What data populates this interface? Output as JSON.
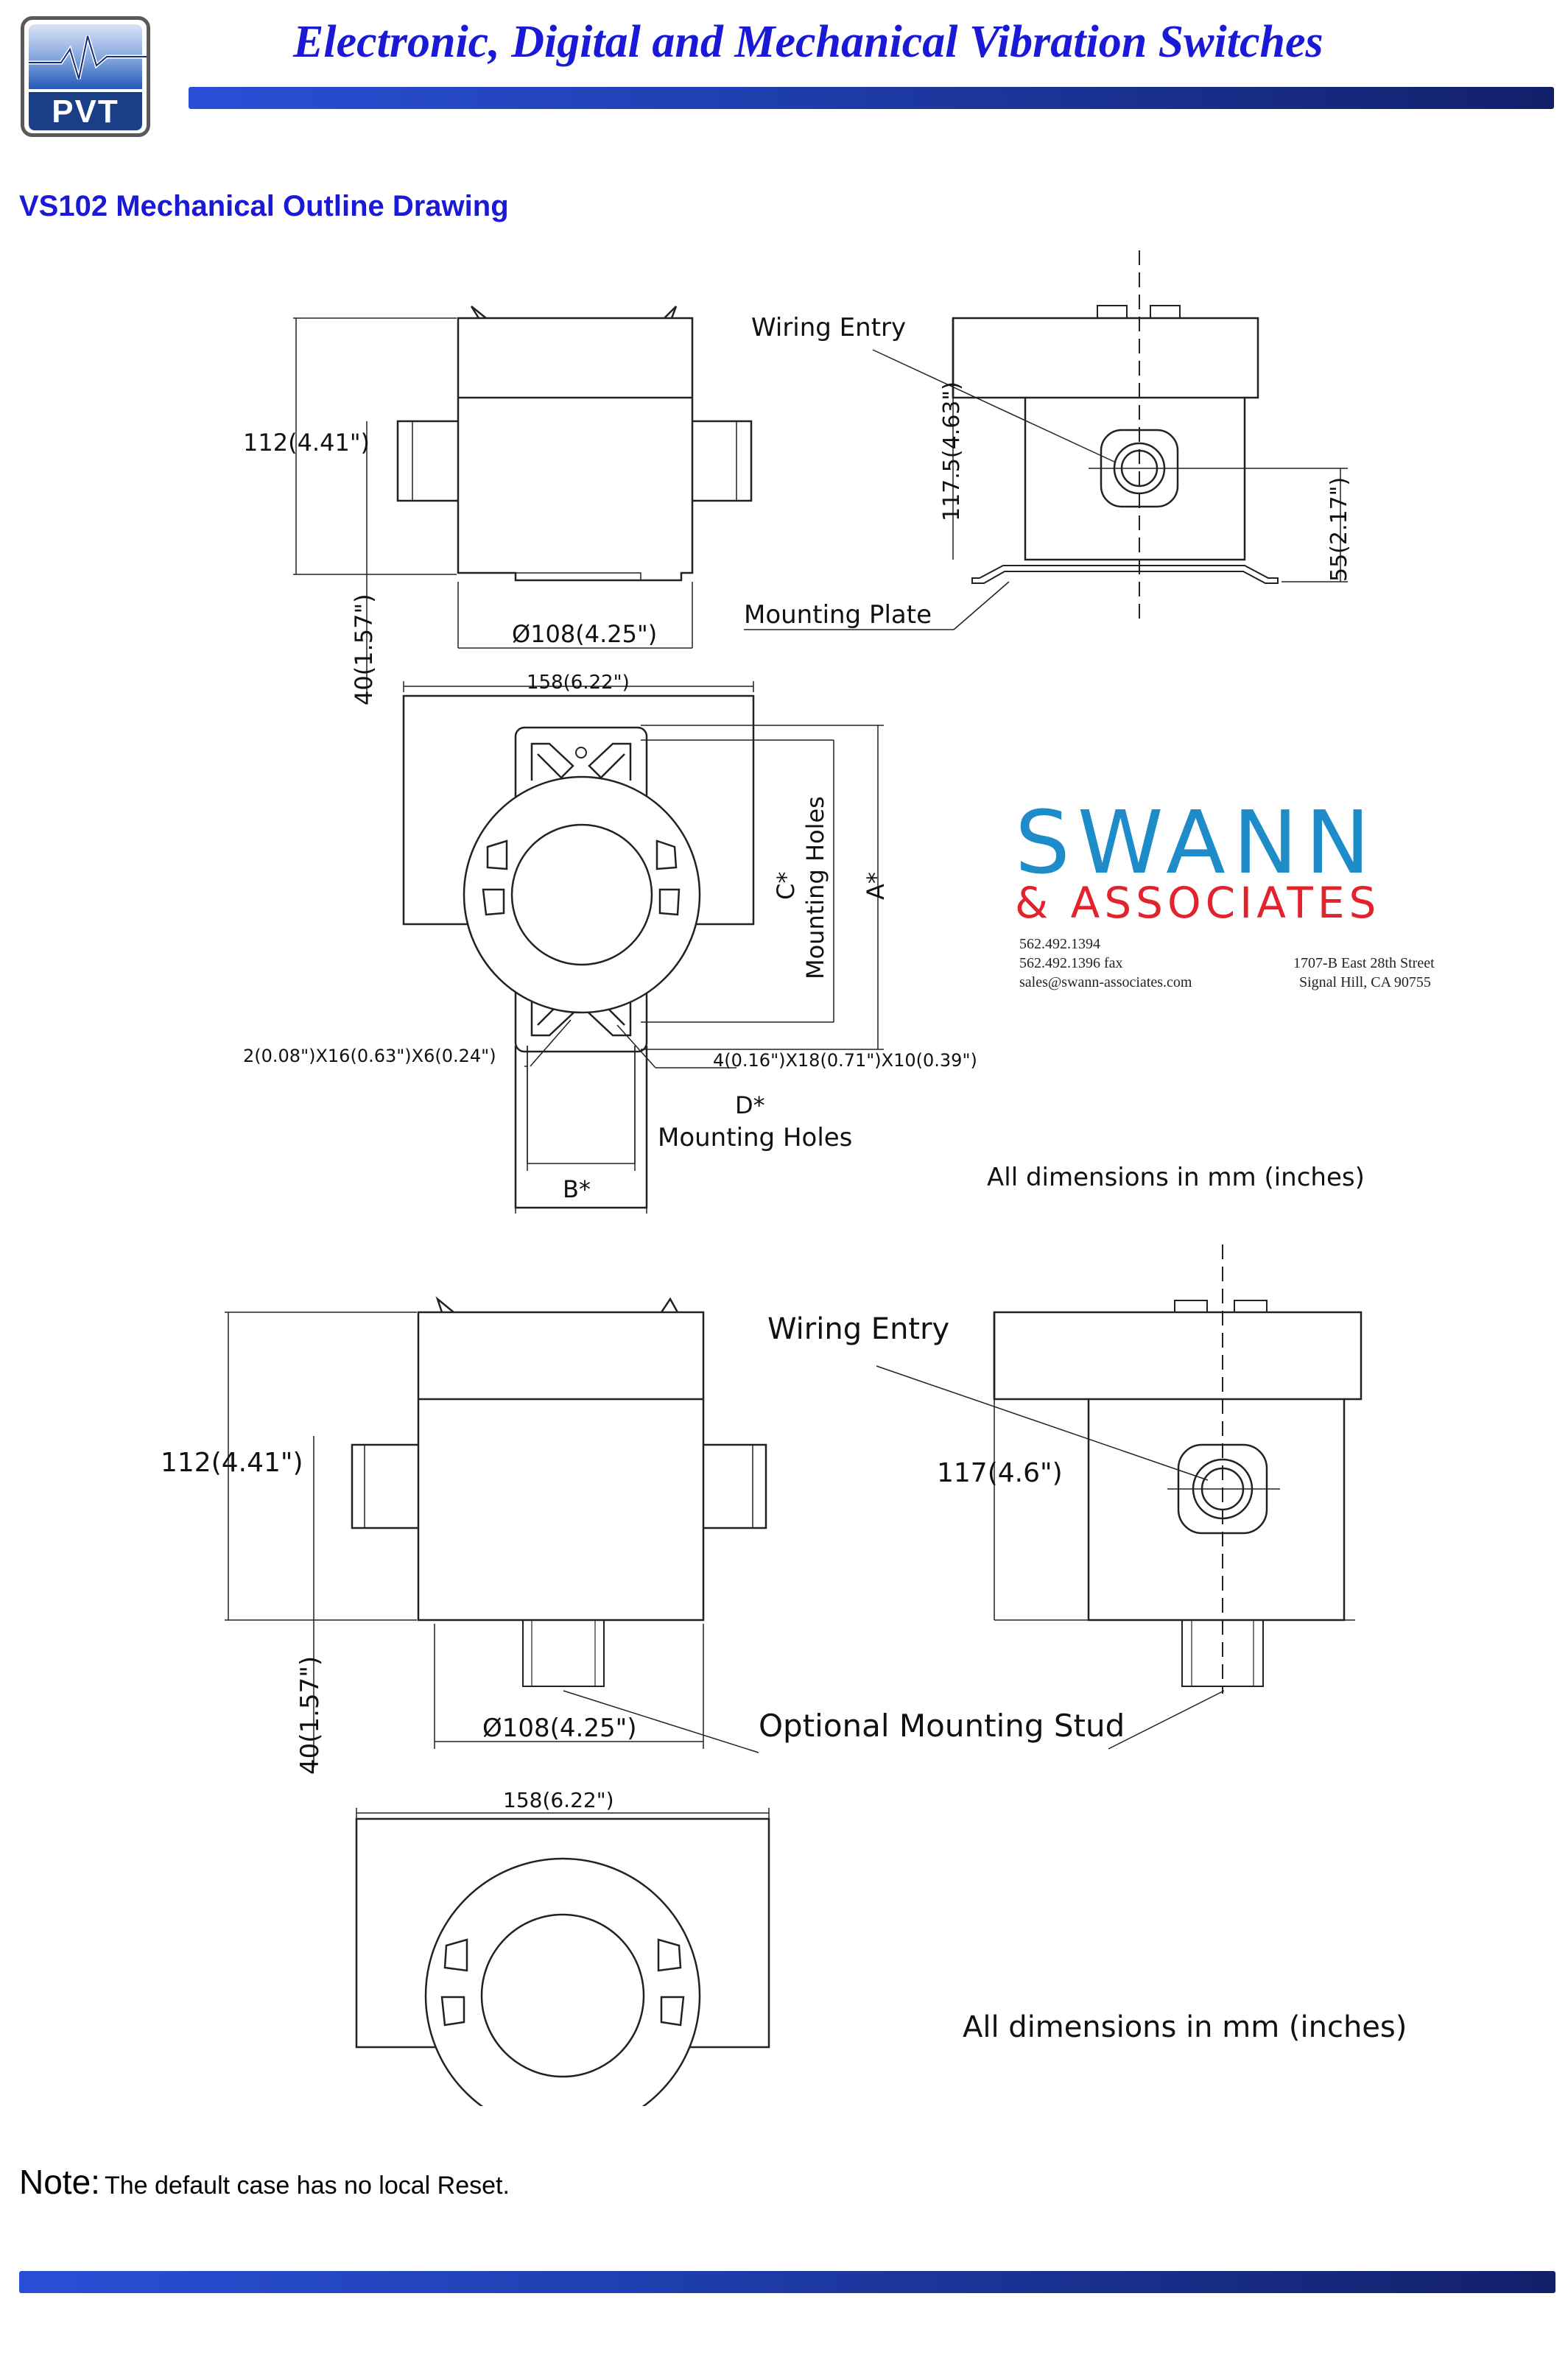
{
  "header": {
    "logo_text": "PVT",
    "title": "Electronic, Digital and Mechanical Vibration Switches"
  },
  "section_title": "VS102 Mechanical Outline Drawing",
  "drawing1": {
    "height_dim": "112(4.41\")",
    "stud_dim": "40(1.57\")",
    "diameter_dim": "Ø108(4.25\")",
    "width_dim": "158(6.22\")",
    "wiring_entry": "Wiring Entry",
    "side_height_dim": "117.5(4.63\")",
    "entry_height_dim": "55(2.17\")",
    "mounting_plate": "Mounting Plate",
    "c_dim": "C*",
    "c_label": "Mounting Holes",
    "a_dim": "A*",
    "slot_dim": "2(0.08\")X16(0.63\")X6(0.24\")",
    "hole_dim": "4(0.16\")X18(0.71\")X10(0.39\")",
    "d_dim": "D*",
    "d_label": "Mounting Holes",
    "b_dim": "B*",
    "all_dims": "All dimensions in mm (inches)"
  },
  "drawing2": {
    "height_dim": "112(4.41\")",
    "stud_dim": "40(1.57\")",
    "diameter_dim": "Ø108(4.25\")",
    "width_dim": "158(6.22\")",
    "wiring_entry": "Wiring Entry",
    "side_height_dim": "117(4.6\")",
    "optional_stud": "Optional Mounting Stud",
    "all_dims": "All dimensions in mm (inches)"
  },
  "swann": {
    "name": "SWANN",
    "assoc": "& ASSOCIATES",
    "phone": "562.492.1394",
    "fax": "562.492.1396 fax",
    "email": "sales@swann-associates.com",
    "street": "1707-B East 28th Street",
    "city": "Signal Hill, CA 90755"
  },
  "note": {
    "label": "Note:",
    "text": "The default case has no local Reset."
  }
}
